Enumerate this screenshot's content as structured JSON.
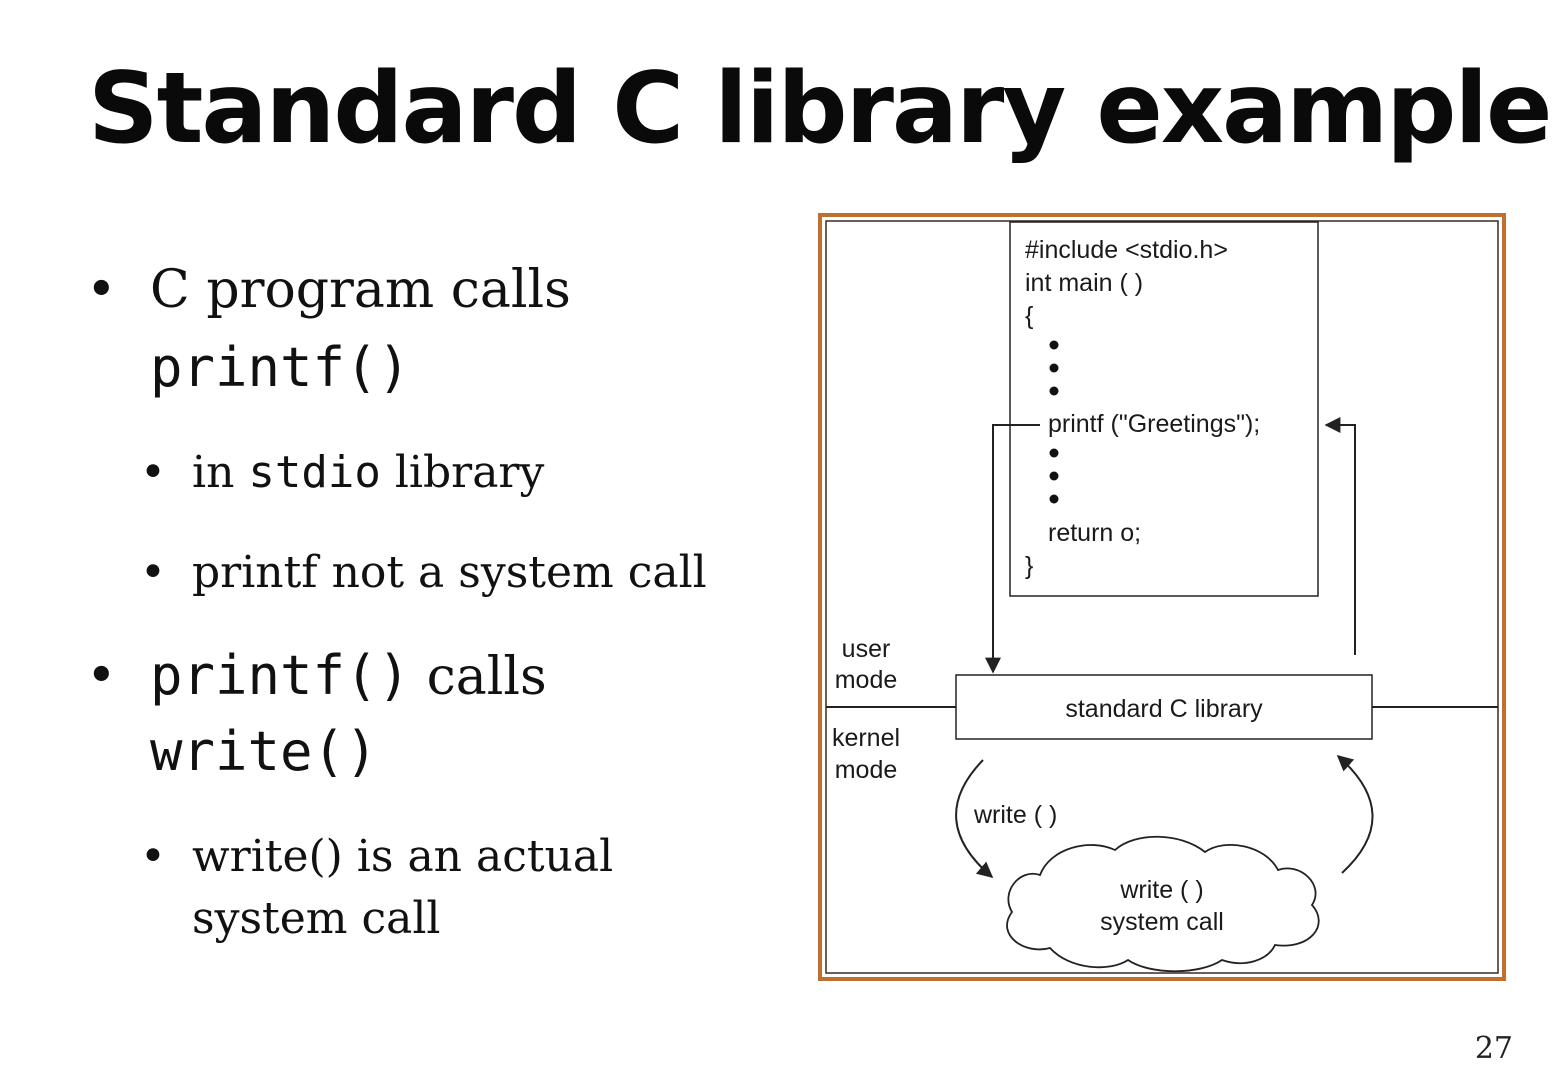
{
  "slide": {
    "title": "Standard C library example",
    "page_number": "27"
  },
  "bullets": [
    {
      "line1_text": "C program calls",
      "line2_code": "printf()",
      "sub": [
        {
          "pre": "in ",
          "code": "stdio",
          "post": " library"
        },
        {
          "text": "printf not a system call"
        }
      ]
    },
    {
      "line1_code": "printf()",
      "line1_post": " calls",
      "line2_code": "write()",
      "sub": [
        {
          "line1": "write() is an actual",
          "line2": "system call"
        }
      ]
    }
  ],
  "diagram": {
    "frame_color": "#c0702e",
    "code_lines": [
      "#include <stdio.h>",
      "int main ( )",
      "{"
    ],
    "printf_line": "printf (\"Greetings\");",
    "return_line": "return o;",
    "closing_brace": "}",
    "user_mode": [
      "user",
      "mode"
    ],
    "kernel_mode": [
      "kernel",
      "mode"
    ],
    "library_label": "standard C library",
    "write_call_label": "write ( )",
    "system_call": [
      "write ( )",
      "system call"
    ]
  }
}
